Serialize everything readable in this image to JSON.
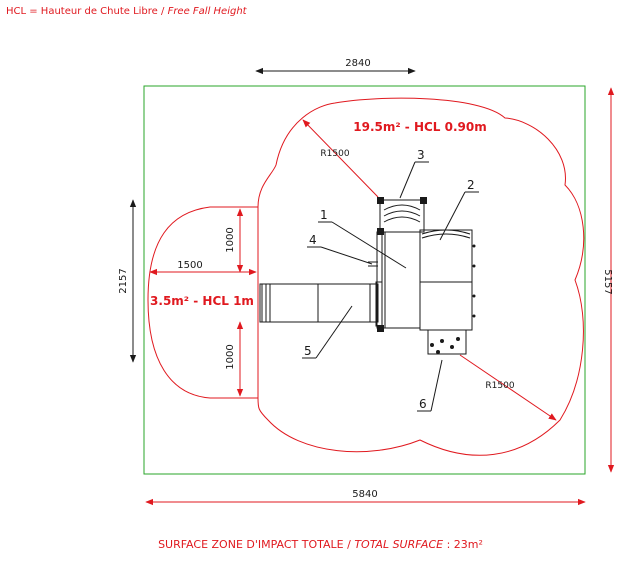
{
  "header": {
    "fr": "HCL = Hauteur de Chute Libre",
    "sep": " / ",
    "en": "Free Fall Height"
  },
  "dimensions": {
    "top_width": "2840",
    "bottom_width": "5840",
    "left_height": "2157",
    "right_height": "5157",
    "radius_top": "R1500",
    "radius_bottom": "R1500",
    "left_extension": "1500",
    "left_upper_gap": "1000",
    "left_lower_gap": "1000"
  },
  "zones": {
    "main": "19.5m² - HCL 0.90m",
    "side": "3.5m² - HCL 1m"
  },
  "callouts": [
    "1",
    "2",
    "3",
    "4",
    "5",
    "6"
  ],
  "footer": {
    "fr": "SURFACE ZONE D'IMPACT TOTALE",
    "sep": " / ",
    "en": "TOTAL SURFACE",
    "value": " : 23m²"
  },
  "colors": {
    "red": "#e0191f",
    "green": "#2aa52a",
    "black": "#1a1a1a"
  }
}
